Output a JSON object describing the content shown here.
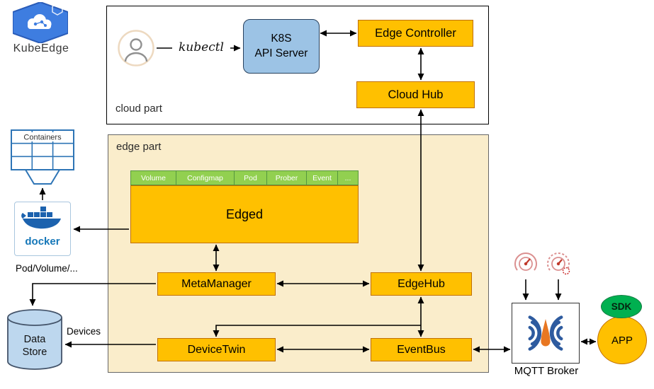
{
  "brand": {
    "name": "KubeEdge"
  },
  "cloud_part": {
    "label": "cloud part",
    "kubectl": "kubectl",
    "api_server_line1": "K8S",
    "api_server_line2": "API Server",
    "edge_controller": "Edge Controller",
    "cloud_hub": "Cloud Hub"
  },
  "edge_part": {
    "label": "edge part",
    "edged": "Edged",
    "tabs": [
      "Volume",
      "Configmap",
      "Pod",
      "Prober",
      "Event",
      "..."
    ],
    "metamanager": "MetaManager",
    "edgehub": "EdgeHub",
    "devicetwin": "DeviceTwin",
    "eventbus": "EventBus"
  },
  "left_column": {
    "containers": "Containers",
    "docker": "docker",
    "pod_volume": "Pod/Volume/...",
    "datastore_line1": "Data",
    "datastore_line2": "Store",
    "devices": "Devices"
  },
  "right_column": {
    "mqtt": "MQTT Broker",
    "sdk": "SDK",
    "app": "APP"
  },
  "colors": {
    "accent_orange": "#FFC000",
    "orange_border": "#C17000",
    "tab_green": "#92D050",
    "api_blue": "#9CC3E5",
    "edge_bg": "#FAEDCB",
    "docker_blue": "#1C62AE",
    "datastore_blue": "#BDD7EE",
    "containers_blue": "#2E75B6",
    "mqtt_blue": "#2E5B9F",
    "mqtt_orange": "#E87722",
    "sdk_green": "#00B050",
    "logo_blue": "#3E7DE0"
  }
}
